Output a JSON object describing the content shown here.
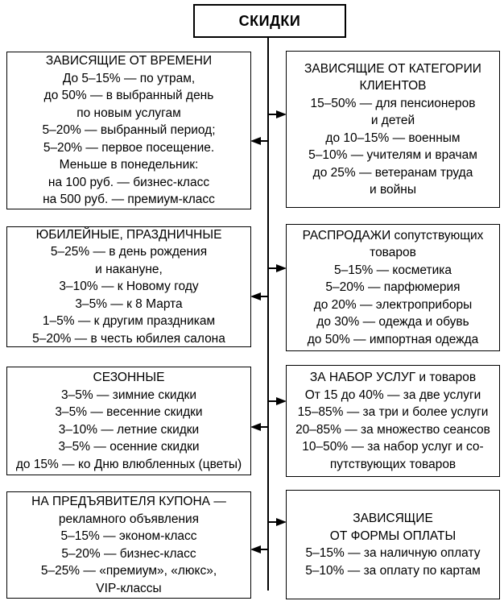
{
  "title": "СКИДКИ",
  "colors": {
    "ink": "#000000",
    "paper": "#ffffff"
  },
  "left_boxes": [
    {
      "name": "time-dependent-discounts",
      "lines": [
        "ЗАВИСЯЩИЕ ОТ ВРЕМЕНИ",
        "До 5–15% — по утрам,",
        "до 50% — в выбранный день",
        "по новым услугам",
        "5–20% — выбранный период;",
        "5–20% — первое посещение.",
        "Меньше в понедельник:",
        "на 100 руб. — бизнес-класс",
        "на 500 руб. — премиум-класс"
      ]
    },
    {
      "name": "jubilee-holiday-discounts",
      "lines": [
        "ЮБИЛЕЙНЫЕ, ПРАЗДНИЧНЫЕ",
        "5–25% — в день рождения",
        "и накануне,",
        "3–10% — к Новому году",
        "3–5% — к 8 Марта",
        "1–5% — к другим праздникам",
        "5–20% — в честь юбилея салона"
      ]
    },
    {
      "name": "seasonal-discounts",
      "lines": [
        "СЕЗОННЫЕ",
        "3–5% — зимние скидки",
        "3–5% — весенние скидки",
        "3–10% — летние скидки",
        "3–5% — осенние скидки",
        "до 15% — ко Дню влюбленных (цветы)"
      ]
    },
    {
      "name": "coupon-bearer-discounts",
      "lines": [
        "НА ПРЕДЪЯВИТЕЛЯ КУПОНА —",
        "рекламного объявления",
        "5–15% — эконом-класс",
        "5–20% — бизнес-класс",
        "5–25% — «премиум», «люкс»,",
        "VIP-классы"
      ]
    }
  ],
  "right_boxes": [
    {
      "name": "client-category-discounts",
      "lines": [
        "ЗАВИСЯЩИЕ ОТ КАТЕГОРИИ",
        "КЛИЕНТОВ",
        "15–50% — для пенсионеров",
        "и детей",
        "до 10–15% — военным",
        "5–10% — учителям и врачам",
        "до 25% — ветеранам труда",
        "и войны"
      ]
    },
    {
      "name": "related-goods-sales",
      "lines": [
        "РАСПРОДАЖИ сопутствующих",
        "товаров",
        "5–15% — косметика",
        "5–20% — парфюмерия",
        "до 20% — электроприборы",
        "до 30% — одежда и обувь",
        "до 50% — импортная одежда"
      ]
    },
    {
      "name": "service-bundle-discounts",
      "lines": [
        "ЗА НАБОР УСЛУГ и товаров",
        "От 15 до 40% — за две услуги",
        "15–85% — за три и более услуги",
        "20–85% — за множество сеансов",
        "10–50% — за набор услуг и со-",
        "путствующих товаров"
      ]
    },
    {
      "name": "payment-form-discounts",
      "lines": [
        "ЗАВИСЯЩИЕ",
        "ОТ ФОРМЫ ОПЛАТЫ",
        "5–15% — за наличную оплату",
        "5–10% — за оплату по картам"
      ]
    }
  ]
}
